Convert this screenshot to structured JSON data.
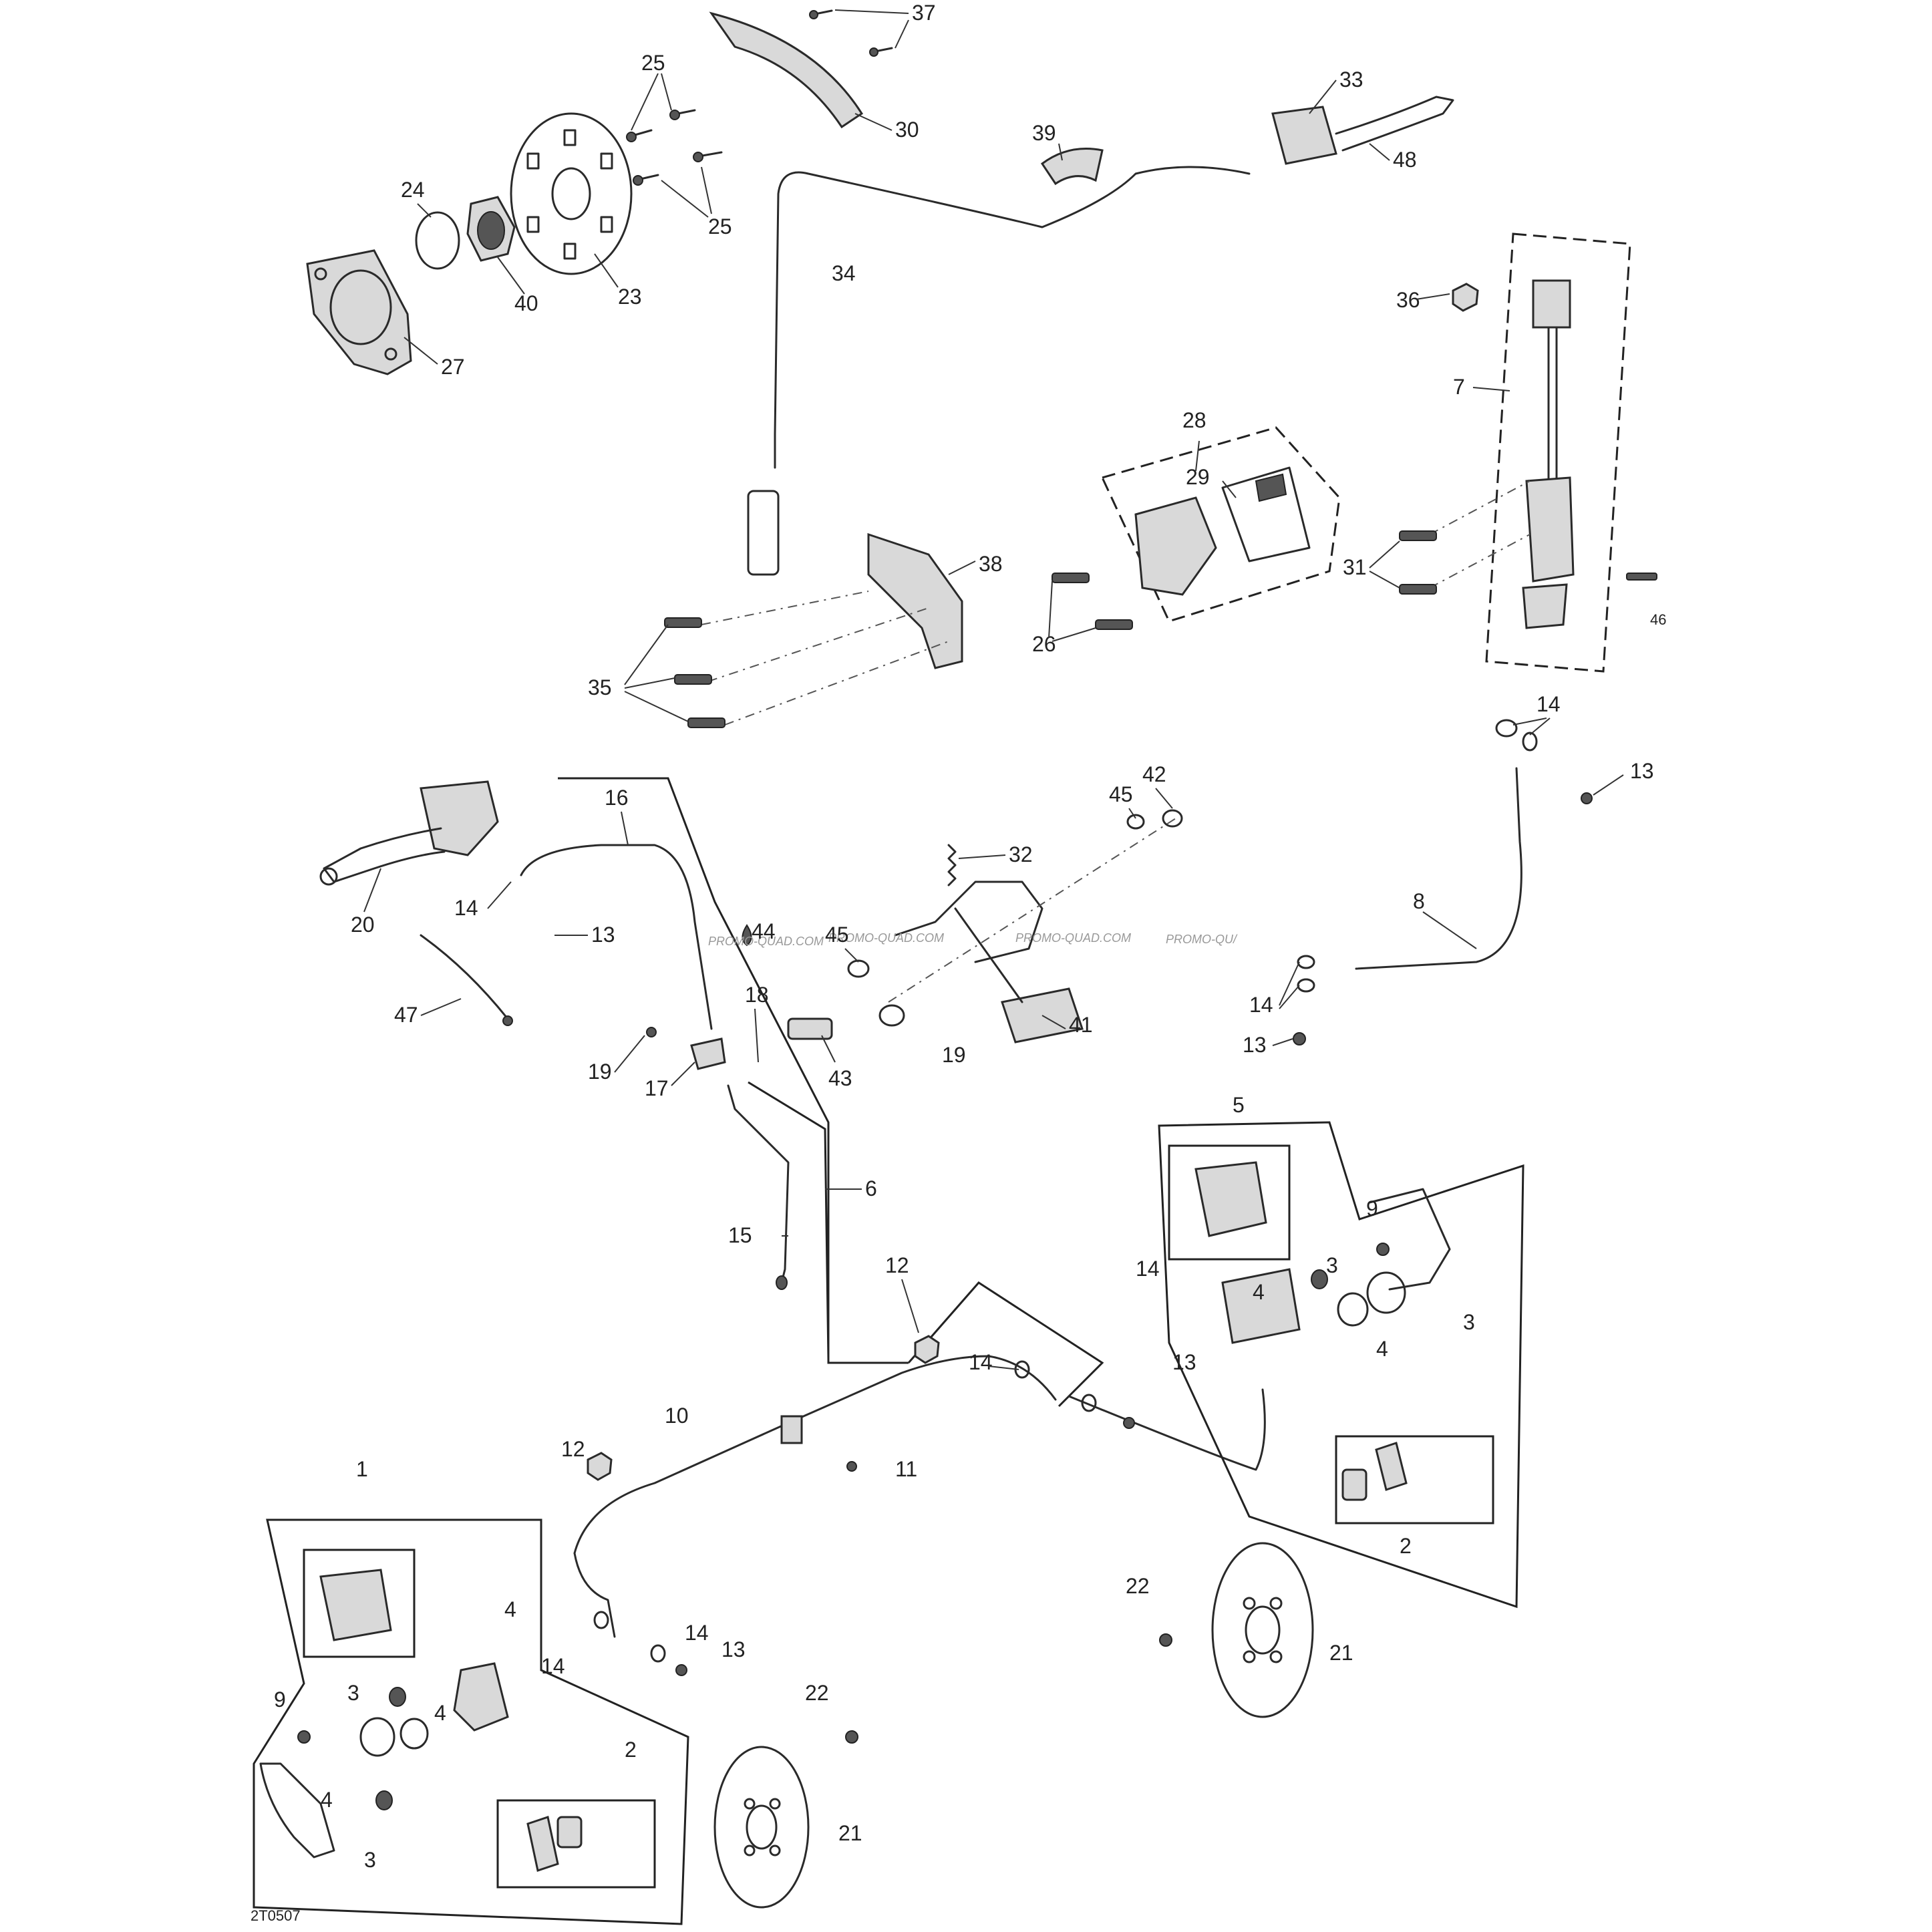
{
  "diagram_code": "2T0507",
  "watermarks": [
    "PROMO-QUAD.COM",
    "PROMO-QUAD.COM",
    "PROMO-QUAD.COM",
    "PROMO-QU/"
  ],
  "callouts": [
    "37",
    "33",
    "25",
    "30",
    "39",
    "48",
    "24",
    "25",
    "34",
    "40",
    "23",
    "36",
    "27",
    "7",
    "28",
    "29",
    "38",
    "31",
    "26",
    "46",
    "35",
    "14",
    "13",
    "42",
    "16",
    "45",
    "32",
    "44",
    "8",
    "20",
    "14",
    "13",
    "45",
    "47",
    "18",
    "14",
    "19",
    "17",
    "43",
    "19",
    "41",
    "13",
    "5",
    "6",
    "15",
    "9",
    "12",
    "3",
    "4",
    "3",
    "4",
    "14",
    "14",
    "13",
    "10",
    "11",
    "12",
    "1",
    "2",
    "22",
    "4",
    "14",
    "14",
    "13",
    "9",
    "3",
    "4",
    "21",
    "22",
    "2",
    "4",
    "3",
    "21"
  ]
}
